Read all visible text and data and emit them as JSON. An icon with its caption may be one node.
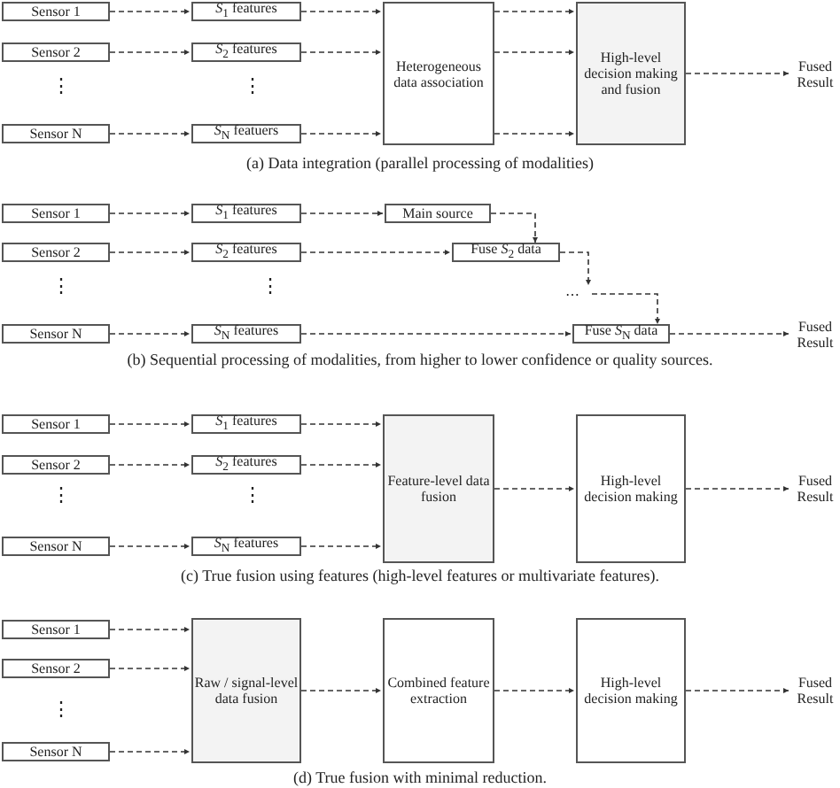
{
  "diagram": {
    "nodes": [
      {
        "text": [
          "Sensor 1"
        ]
      },
      {
        "text": [
          "Sensor 2"
        ]
      },
      {
        "text": [
          "Sensor N"
        ]
      },
      {
        "text": [
          "*S*$_{1}$ features"
        ]
      },
      {
        "text": [
          "*S*$_{2}$ features"
        ]
      },
      {
        "text": [
          "*S*$_{N}$ featuers"
        ]
      },
      {
        "text": [
          "Heterogeneous data association"
        ]
      },
      {
        "text": [
          "High-level decision making and fusion"
        ]
      },
      {
        "text": [
          "Fused Result"
        ]
      },
      {
        "text": [
          "Sensor 1"
        ]
      },
      {
        "text": [
          "Sensor 2"
        ]
      },
      {
        "text": [
          "Sensor N"
        ]
      },
      {
        "text": [
          "*S*$_{1}$ features"
        ]
      },
      {
        "text": [
          "*S*$_{2}$ features"
        ]
      },
      {
        "text": [
          "*S*$_{N}$ features"
        ]
      },
      {
        "text": [
          "Main source"
        ]
      },
      {
        "text": [
          "Fuse *S*$_{2}$ data"
        ]
      },
      {
        "text": [
          "⋯"
        ]
      },
      {
        "text": [
          "Fuse *S*$_{N}$ data"
        ]
      },
      {
        "text": [
          "Fused Result"
        ]
      },
      {
        "text": [
          "Sensor 1"
        ]
      },
      {
        "text": [
          "Sensor 2"
        ]
      },
      {
        "text": [
          "Sensor N"
        ]
      },
      {
        "text": [
          "*S*$_{1}$ features"
        ]
      },
      {
        "text": [
          "*S*$_{2}$ features"
        ]
      },
      {
        "text": [
          "*S*$_{N}$ features"
        ]
      },
      {
        "text": [
          "Feature-level data fusion"
        ]
      },
      {
        "text": [
          "High-level decision making"
        ]
      },
      {
        "text": [
          "Fused Result"
        ]
      },
      {
        "text": [
          "Sensor 1"
        ]
      },
      {
        "text": [
          "Sensor 2"
        ]
      },
      {
        "text": [
          "Sensor N"
        ]
      },
      {
        "text": [
          "Raw / signal-level data fusion"
        ]
      },
      {
        "text": [
          "Combined feature extraction"
        ]
      },
      {
        "text": [
          "High-level decision making"
        ]
      },
      {
        "text": [
          "Fused Result"
        ]
      }
    ],
    "edges": [
      {
        "from": 0,
        "to": 3,
        "arrow": "to",
        "style": "dashed"
      },
      {
        "from": 1,
        "to": 4,
        "arrow": "to",
        "style": "dashed"
      },
      {
        "from": 2,
        "to": 5,
        "arrow": "to",
        "style": "dashed"
      },
      {
        "from": 3,
        "to": 6,
        "arrow": "to",
        "style": "dashed"
      },
      {
        "from": 4,
        "to": 6,
        "arrow": "to",
        "style": "dashed"
      },
      {
        "from": 5,
        "to": 6,
        "arrow": "to",
        "style": "dashed"
      },
      {
        "from": 6,
        "to": 7,
        "arrow": "to",
        "style": "dashed"
      },
      {
        "from": 6,
        "to": 7,
        "arrow": "to",
        "style": "dashed"
      },
      {
        "from": 6,
        "to": 7,
        "arrow": "to",
        "style": "dashed"
      },
      {
        "from": 7,
        "to": 8,
        "arrow": "to",
        "style": "dashed"
      },
      {
        "from": 9,
        "to": 12,
        "arrow": "to",
        "style": "dashed"
      },
      {
        "from": 10,
        "to": 13,
        "arrow": "to",
        "style": "dashed"
      },
      {
        "from": 11,
        "to": 14,
        "arrow": "to",
        "style": "dashed"
      },
      {
        "from": 12,
        "to": 15,
        "arrow": "to",
        "style": "dashed"
      },
      {
        "from": 15,
        "to": 16,
        "arrow": "to",
        "style": "dashed"
      },
      {
        "from": 13,
        "to": 16,
        "arrow": "to",
        "style": "dashed"
      },
      {
        "from": 16,
        "to": 17,
        "arrow": "to",
        "style": "dashed"
      },
      {
        "from": 17,
        "to": 18,
        "arrow": "to",
        "style": "dashed"
      },
      {
        "from": 14,
        "to": 18,
        "arrow": "to",
        "style": "dashed"
      },
      {
        "from": 18,
        "to": 19,
        "arrow": "to",
        "style": "dashed"
      },
      {
        "from": 20,
        "to": 23,
        "arrow": "to",
        "style": "dashed"
      },
      {
        "from": 21,
        "to": 24,
        "arrow": "to",
        "style": "dashed"
      },
      {
        "from": 22,
        "to": 25,
        "arrow": "to",
        "style": "dashed"
      },
      {
        "from": 23,
        "to": 26,
        "arrow": "to",
        "style": "dashed"
      },
      {
        "from": 24,
        "to": 26,
        "arrow": "to",
        "style": "dashed"
      },
      {
        "from": 25,
        "to": 26,
        "arrow": "to",
        "style": "dashed"
      },
      {
        "from": 26,
        "to": 27,
        "arrow": "to",
        "style": "dashed"
      },
      {
        "from": 27,
        "to": 28,
        "arrow": "to",
        "style": "dashed"
      },
      {
        "from": 29,
        "to": 32,
        "arrow": "to",
        "style": "dashed"
      },
      {
        "from": 30,
        "to": 32,
        "arrow": "to",
        "style": "dashed"
      },
      {
        "from": 31,
        "to": 32,
        "arrow": "to",
        "style": "dashed"
      },
      {
        "from": 32,
        "to": 33,
        "arrow": "to",
        "style": "dashed"
      },
      {
        "from": 33,
        "to": 34,
        "arrow": "to",
        "style": "dashed"
      },
      {
        "from": 34,
        "to": 35,
        "arrow": "to",
        "style": "dashed"
      }
    ],
    "labels": [
      "⋮",
      "⋮",
      "(a) Data integration (parallel processing of modalities)",
      "⋮",
      "⋮",
      "(b) Sequential processing of modalities, from higher to lower confidence or quality sources.",
      "⋮",
      "⋮",
      "(c) True fusion using features (high-level features or multivariate features).",
      "⋮",
      "(d) True fusion with minimal reduction."
    ]
  }
}
